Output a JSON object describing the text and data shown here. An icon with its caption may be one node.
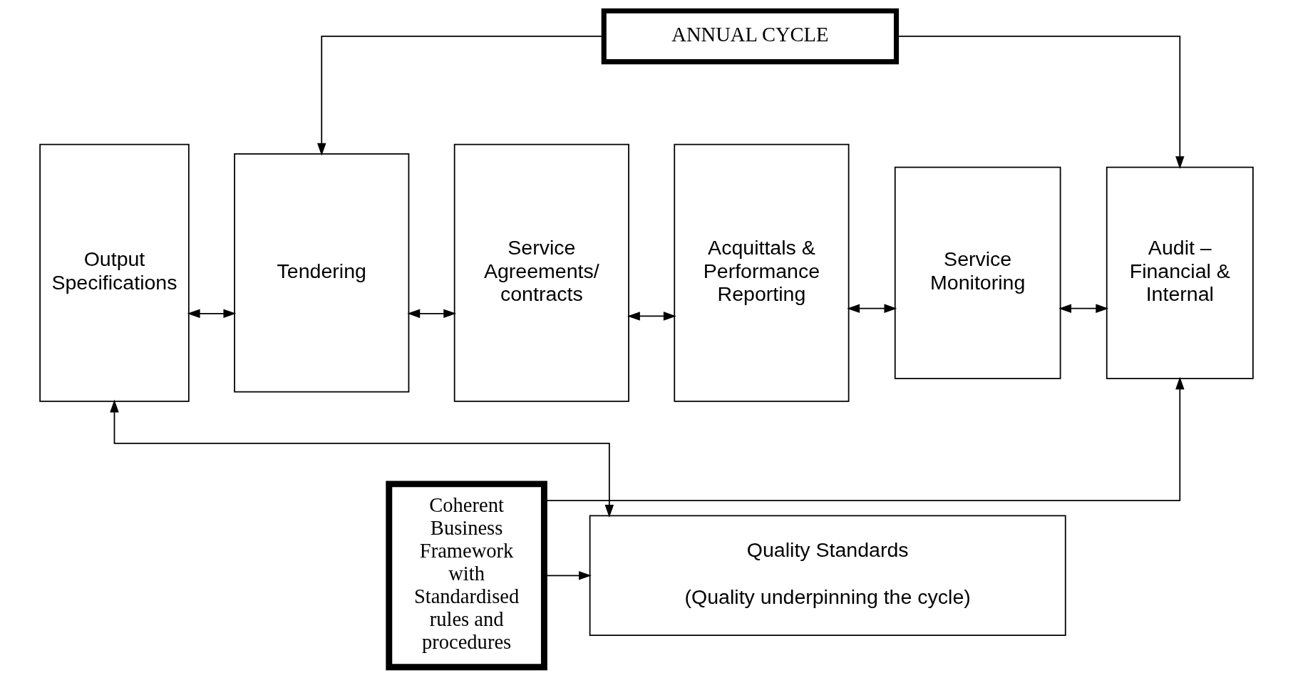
{
  "diagram": {
    "nodes": [
      {
        "text": [
          "ANNUAL CYCLE"
        ]
      },
      {
        "text": [
          "Output Specifications"
        ]
      },
      {
        "text": [
          "Tendering"
        ]
      },
      {
        "text": [
          "Service Agreements/ contracts"
        ]
      },
      {
        "text": [
          "Acquittals & Performance Reporting"
        ]
      },
      {
        "text": [
          "Service Monitoring"
        ]
      },
      {
        "text": [
          "Audit – Financial & Internal"
        ]
      },
      {
        "text": [
          "Quality Standards",
          "(Quality underpinning the cycle)"
        ]
      },
      {
        "text": [
          "Coherent Business Framework with Standardised rules and procedures"
        ]
      }
    ],
    "edges": [
      {
        "from": 0,
        "to": 2,
        "arrow": "to"
      },
      {
        "from": 0,
        "to": 6,
        "arrow": "to"
      },
      {
        "from": 1,
        "to": 2,
        "arrow": "both"
      },
      {
        "from": 2,
        "to": 3,
        "arrow": "both"
      },
      {
        "from": 3,
        "to": 4,
        "arrow": "both"
      },
      {
        "from": 4,
        "to": 5,
        "arrow": "both"
      },
      {
        "from": 5,
        "to": 6,
        "arrow": "both"
      },
      {
        "from": 1,
        "to": 7,
        "arrow": "both"
      },
      {
        "from": 8,
        "to": 6,
        "arrow": "to"
      },
      {
        "from": 8,
        "to": 7,
        "arrow": "to"
      }
    ]
  }
}
